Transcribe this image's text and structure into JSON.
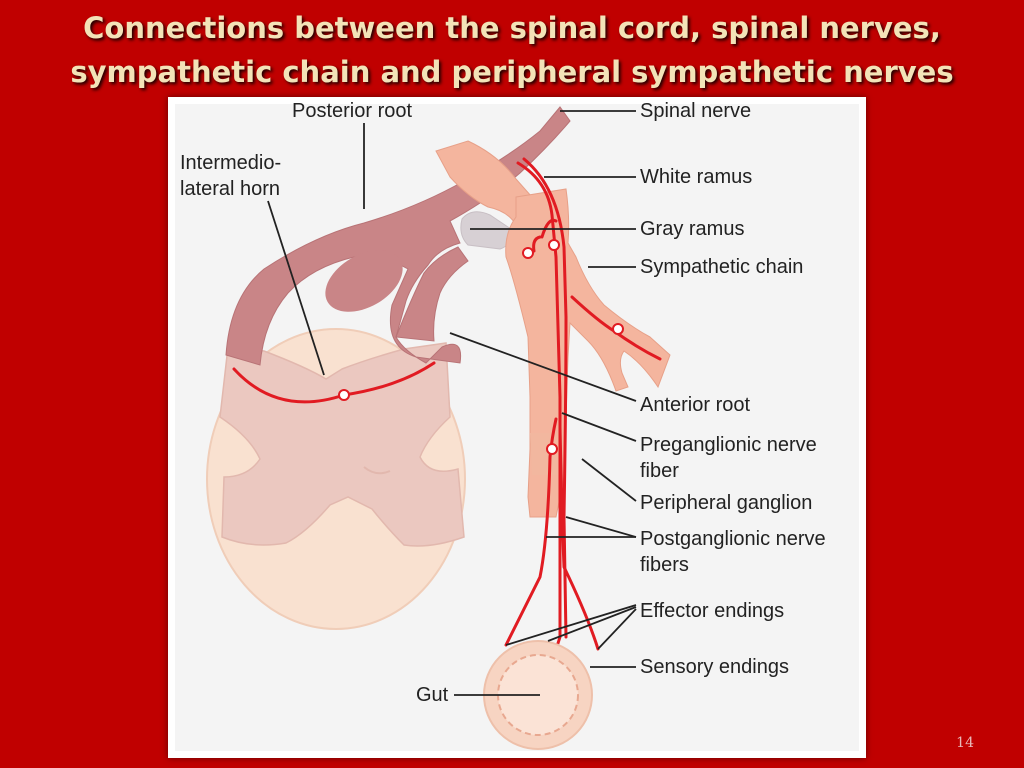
{
  "slide": {
    "title_line1": "Connections between the spinal cord, spinal nerves,",
    "title_line2": "sympathetic chain and peripheral sympathetic nerves",
    "page_number": "14"
  },
  "diagram": {
    "labels": {
      "posterior_root": "Posterior root",
      "intermedio_line1": "Intermedio-",
      "intermedio_line2": "lateral horn",
      "spinal_nerve": "Spinal nerve",
      "white_ramus": "White ramus",
      "gray_ramus": "Gray ramus",
      "sympathetic_chain": "Sympathetic chain",
      "anterior_root": "Anterior root",
      "preganglionic_line1": "Preganglionic nerve",
      "preganglionic_line2": "fiber",
      "peripheral_ganglion": "Peripheral ganglion",
      "postganglionic_line1": "Postganglionic nerve",
      "postganglionic_line2": "fibers",
      "effector_endings": "Effector endings",
      "sensory_endings": "Sensory endings",
      "gut": "Gut"
    },
    "colors": {
      "background": "#c00000",
      "title": "#f3e3b8",
      "nerve_fiber": "#e11b22",
      "root": "#c98587",
      "cord": "#f7dccb",
      "chain": "#f4b59e"
    }
  }
}
